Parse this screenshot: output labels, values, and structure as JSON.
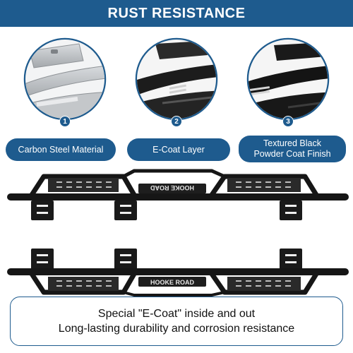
{
  "banner": {
    "title": "RUST RESISTANCE"
  },
  "stages": [
    {
      "number": "1",
      "label": "Carbon Steel Material",
      "finish_color": "#b9bcbf"
    },
    {
      "number": "2",
      "label": "E-Coat Layer",
      "finish_color": "#1c1c1c"
    },
    {
      "number": "3",
      "label_line1": "Textured Black",
      "label_line2": "Powder Coat Finish",
      "finish_color": "#141414"
    }
  ],
  "products": {
    "brand_mark": "HOOKE ROAD",
    "color": "#141414"
  },
  "caption": {
    "line1": "Special \"E-Coat\" inside and out",
    "line2": "Long-lasting durability and corrosion resistance"
  },
  "accent_color": "#1e5b8e"
}
